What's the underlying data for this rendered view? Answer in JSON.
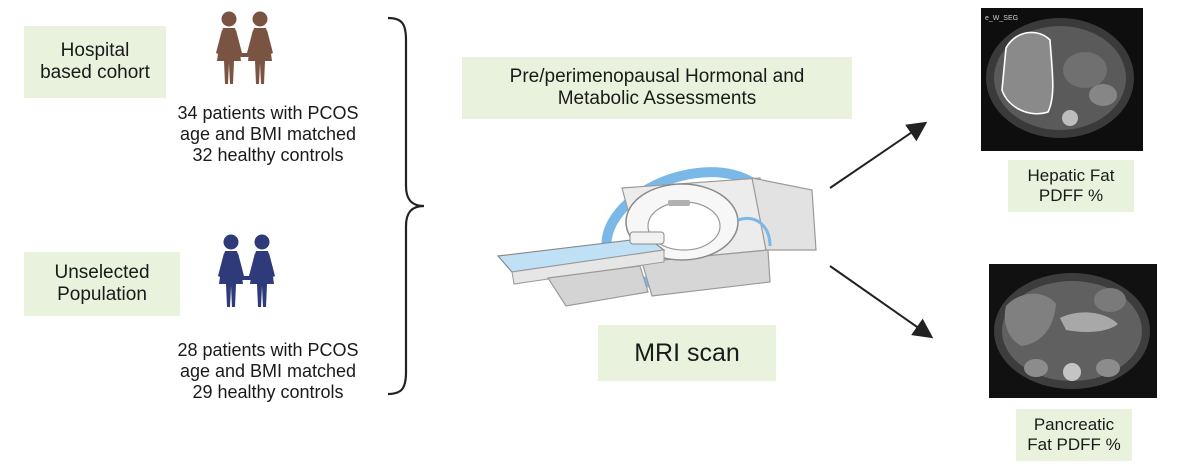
{
  "cohort1": {
    "label_lines": [
      "Hospital",
      "based cohort"
    ],
    "caption_lines": [
      "34 patients with PCOS",
      "age and BMI matched",
      "32 healthy controls"
    ],
    "icon_color": "#7a5442"
  },
  "cohort2": {
    "label_lines": [
      "Unselected",
      "Population"
    ],
    "caption_lines": [
      "28 patients with PCOS",
      "age and BMI matched",
      "29 healthy controls"
    ],
    "icon_color": "#2e3a7a"
  },
  "assessment": {
    "label_lines": [
      "Pre/perimenopausal Hormonal and",
      "Metabolic Assessments"
    ]
  },
  "mri": {
    "label": "MRI scan"
  },
  "outputs": {
    "hepatic_lines": [
      "Hepatic Fat",
      "PDFF %"
    ],
    "pancreatic_lines": [
      "Pancreatic",
      "Fat PDFF %"
    ],
    "hepatic_image_tag": "e_W_SEG"
  },
  "colors": {
    "box_fill": "#e8f2dc",
    "accent_blue": "#5aa9e6"
  }
}
